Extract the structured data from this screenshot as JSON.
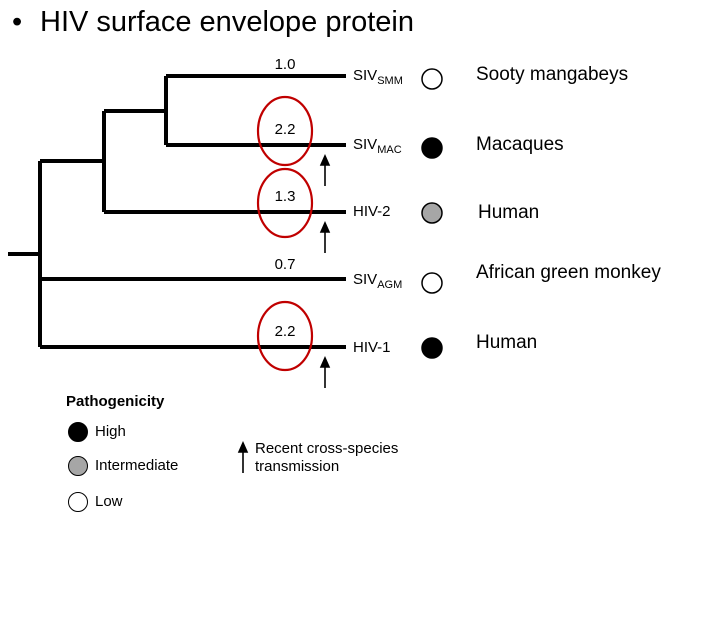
{
  "title": "HIV surface envelope protein",
  "branches": [
    {
      "label": "1.0",
      "taxon": "SIV",
      "taxon_sub": "SMM",
      "host": "Sooty mangabeys",
      "pathogenicity": "Low",
      "circled": false,
      "recent_transmission": false
    },
    {
      "label": "2.2",
      "taxon": "SIV",
      "taxon_sub": "MAC",
      "host": "Macaques",
      "pathogenicity": "High",
      "circled": true,
      "recent_transmission": true
    },
    {
      "label": "1.3",
      "taxon": "HIV-2",
      "taxon_sub": "",
      "host": "Human",
      "pathogenicity": "Intermediate",
      "circled": true,
      "recent_transmission": true
    },
    {
      "label": "0.7",
      "taxon": "SIV",
      "taxon_sub": "AGM",
      "host": "African green monkey",
      "pathogenicity": "Low",
      "circled": false,
      "recent_transmission": false
    },
    {
      "label": "2.2",
      "taxon": "HIV-1",
      "taxon_sub": "",
      "host": "Human",
      "pathogenicity": "High",
      "circled": true,
      "recent_transmission": true
    }
  ],
  "legend": {
    "title": "Pathogenicity",
    "items": [
      {
        "label": "High",
        "level": "High"
      },
      {
        "label": "Intermediate",
        "level": "Intermediate"
      },
      {
        "label": "Low",
        "level": "Low"
      }
    ],
    "arrow_label_line1": "Recent cross-species",
    "arrow_label_line2": "transmission"
  },
  "colors": {
    "High": "#000000",
    "Intermediate": "#a6a6a6",
    "Low": "#ffffff",
    "circle": "#c00000"
  }
}
